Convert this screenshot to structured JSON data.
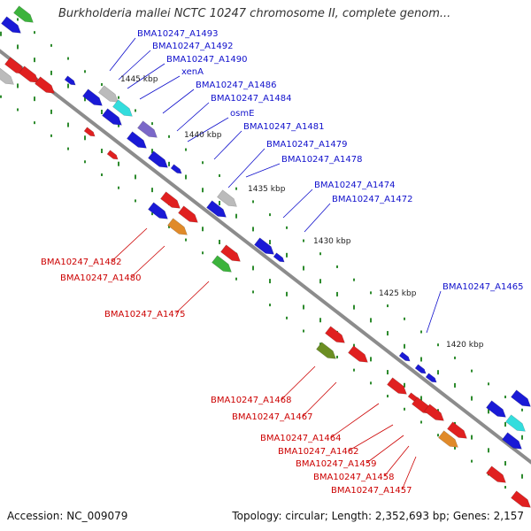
{
  "title": "Burkholderia mallei NCTC 10247 chromosome II, complete genom...",
  "footer": {
    "accession": "Accession: NC_009079",
    "summary": "Topology: circular; Length: 2,352,693 bp; Genes: 2,157"
  },
  "colors": {
    "backbone": "#8c8c8c",
    "forward_label": "#1010cc",
    "reverse_label": "#cc0000",
    "tick": "#2e8b2e"
  },
  "scale_labels": [
    "1445 kbp",
    "1440 kbp",
    "1435 kbp",
    "1430 kbp",
    "1425 kbp",
    "1420 kbp"
  ],
  "forward_genes": [
    "BMA10247_A1493",
    "BMA10247_A1492",
    "BMA10247_A1490",
    "xenA",
    "BMA10247_A1486",
    "BMA10247_A1484",
    "osmE",
    "BMA10247_A1481",
    "BMA10247_A1479",
    "BMA10247_A1478",
    "BMA10247_A1474",
    "BMA10247_A1472",
    "BMA10247_A1465"
  ],
  "reverse_genes": [
    "BMA10247_A1482",
    "BMA10247_A1480",
    "BMA10247_A1475",
    "BMA10247_A1468",
    "BMA10247_A1467",
    "BMA10247_A1464",
    "BMA10247_A1462",
    "BMA10247_A1459",
    "BMA10247_A1458",
    "BMA10247_A1457"
  ]
}
